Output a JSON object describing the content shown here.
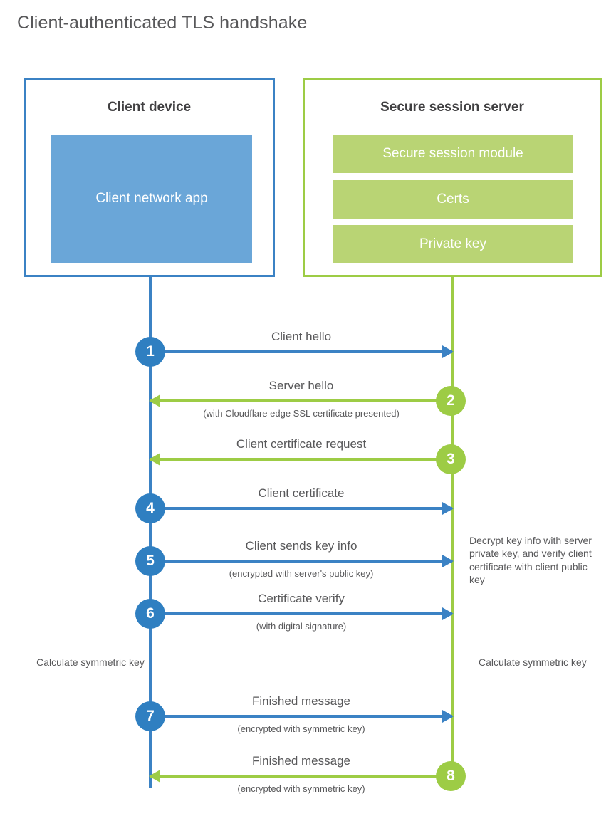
{
  "title": "Client-authenticated TLS handshake",
  "colors": {
    "blue_border": "#3b82c4",
    "blue_fill": "#6aa6d8",
    "blue_badge": "#2f7fc1",
    "green_border": "#9dcc45",
    "green_fill": "#b9d474",
    "green_badge": "#9dcc45",
    "text": "#58585a"
  },
  "client": {
    "title": "Client device",
    "app_label": "Client network app"
  },
  "server": {
    "title": "Secure session server",
    "blocks": [
      "Secure session module",
      "Certs",
      "Private key"
    ]
  },
  "messages": [
    {
      "step": "1",
      "label": "Client hello",
      "sub": "",
      "direction": "client-to-server",
      "color": "blue"
    },
    {
      "step": "2",
      "label": "Server hello",
      "sub": "(with Cloudflare edge SSL certificate presented)",
      "direction": "server-to-client",
      "color": "green"
    },
    {
      "step": "3",
      "label": "Client certificate request",
      "sub": "",
      "direction": "server-to-client",
      "color": "green"
    },
    {
      "step": "4",
      "label": "Client certificate",
      "sub": "",
      "direction": "client-to-server",
      "color": "blue"
    },
    {
      "step": "5",
      "label": "Client sends key info",
      "sub": "(encrypted with server's public key)",
      "direction": "client-to-server",
      "color": "blue"
    },
    {
      "step": "6",
      "label": "Certificate verify",
      "sub": "(with digital signature)",
      "direction": "client-to-server",
      "color": "blue"
    },
    {
      "step": "7",
      "label": "Finished message",
      "sub": "(encrypted with symmetric key)",
      "direction": "client-to-server",
      "color": "blue"
    },
    {
      "step": "8",
      "label": "Finished message",
      "sub": "(encrypted with symmetric key)",
      "direction": "server-to-client",
      "color": "green"
    }
  ],
  "notes": {
    "decrypt": "Decrypt key info with server private key, and verify client certificate with client public key",
    "calculate_client": "Calculate symmetric key",
    "calculate_server": "Calculate symmetric key"
  }
}
